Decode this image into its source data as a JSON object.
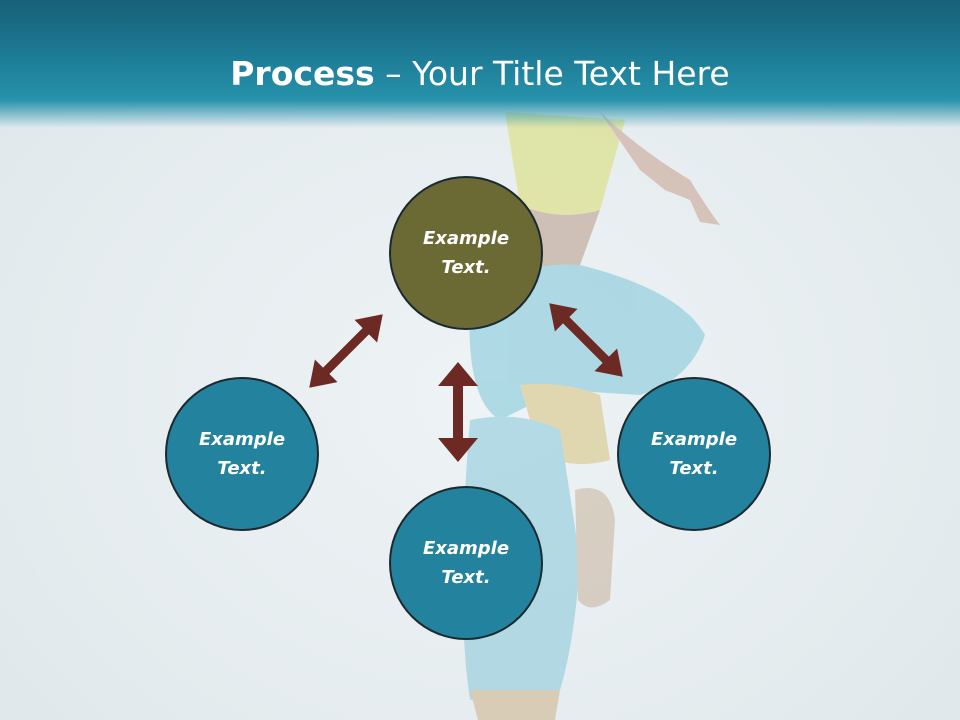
{
  "slide": {
    "title_bold": "Process",
    "title_rest": " – Your Title Text Here"
  },
  "nodes": {
    "top": "Example Text.",
    "left": "Example Text.",
    "right": "Example Text.",
    "bottom": "Example Text."
  },
  "colors": {
    "header": "#1d7c96",
    "center_node": "#6b6a35",
    "outer_nodes": "#23829e",
    "arrows": "#6d2a24"
  }
}
